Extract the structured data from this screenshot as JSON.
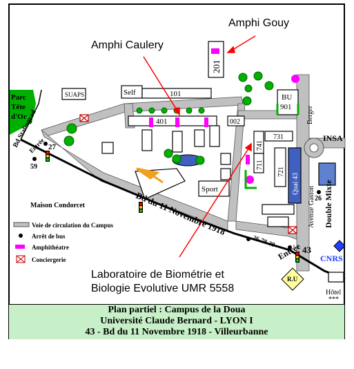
{
  "labels": {
    "amphi_gouy": "Amphi Gouy",
    "amphi_caulery": "Amphi Caulery",
    "lab_line1": "Laboratoire de Biométrie et",
    "lab_line2": "Biologie Evolutive UMR 5558",
    "parc_line1": "Parc",
    "parc_line2": "Tête",
    "parc_line3": "d'Or",
    "bd_stalingrad": "Bd Stalingrad",
    "suaps": "SUAPS",
    "self": "Self",
    "insa": "INSA",
    "berger": "Berger",
    "avenue_gaston": "Avenue Gaston",
    "double_mixte": "Double Mixte",
    "quai43": "Quai 43",
    "sport": "Sport",
    "cnrs": "CNRS",
    "hotel": "Hôtel",
    "hotel_stars": "***",
    "ru": "R.U",
    "bd_11_nov": "Bd du 11 Novembre 1918",
    "maison_condorcet": "Maison Condorcet",
    "entree": "Entrée",
    "bus_59": "59",
    "bus_27": "27",
    "bus_26_78_38": "26-78-38",
    "bus_43": "43",
    "bus_26": "26"
  },
  "buildings": {
    "b101": "101",
    "b201": "201",
    "b401": "401",
    "b002": "002",
    "b731": "731",
    "b741": "741",
    "b711": "711",
    "b721": "721",
    "bu_line1": "BU",
    "bu_line2": "901"
  },
  "legend": {
    "road": "Voie de circulation du Campus",
    "bus": "Arrêt de bus",
    "amphi": "Amphithéatre",
    "concierge": "Conciergerie"
  },
  "caption": {
    "line1": "Plan partiel : Campus de la Doua",
    "line2": "Université Claude Bernard - LYON I",
    "line3": "43 - Bd du 11 Novembre 1918 - Villeurbanne"
  },
  "colors": {
    "road": "#c0c0c0",
    "amphi": "#ff00ff",
    "park": "#00b000",
    "arrow": "#ff0000",
    "caption_bg": "#c8f0c8",
    "water": "#4060c0",
    "pointer": "#f0a020"
  }
}
